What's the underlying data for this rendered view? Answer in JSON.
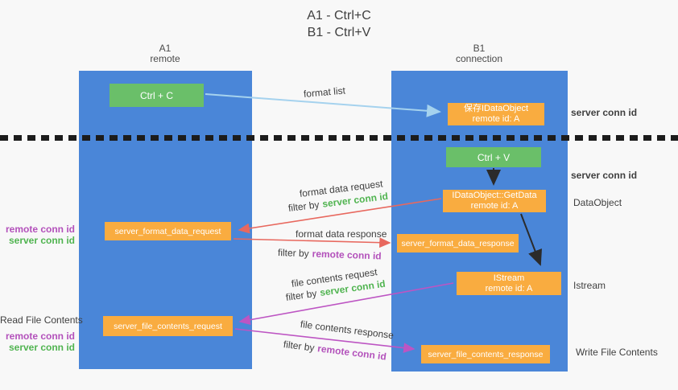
{
  "title": {
    "line1": "A1 - Ctrl+C",
    "line2": "B1 - Ctrl+V"
  },
  "lifelines": {
    "a1": {
      "name": "A1",
      "role": "remote"
    },
    "b1": {
      "name": "B1",
      "role": "connection"
    }
  },
  "nodes": {
    "ctrl_c": {
      "label": "Ctrl + C"
    },
    "ctrl_v": {
      "label": "Ctrl + V"
    },
    "save_dataobject": {
      "line1": "保存IDataObject",
      "line2": "remote id: A"
    },
    "getdata": {
      "line1": "IDataObject::GetData",
      "line2": "remote id: A"
    },
    "istream": {
      "line1": "IStream",
      "line2": "remote id: A"
    },
    "format_request": {
      "label": "server_format_data_request"
    },
    "format_response": {
      "label": "server_format_data_response"
    },
    "file_request": {
      "label": "server_file_contents_request"
    },
    "file_response": {
      "label": "server_file_contents_response"
    }
  },
  "messages": {
    "format_list": {
      "label": "format list"
    },
    "format_request": {
      "label": "format data request",
      "filter_prefix": "filter by",
      "filter_key": "server conn id"
    },
    "format_response": {
      "label": "format data response",
      "filter_prefix": "filter by",
      "filter_key": "remote conn id"
    },
    "file_request": {
      "label": "file contents request",
      "filter_prefix": "filter by",
      "filter_key": "server conn id"
    },
    "file_response": {
      "label": "file contents response",
      "filter_prefix": "filter by",
      "filter_key": "remote conn id"
    }
  },
  "annotations": {
    "right": {
      "save_conn": "server conn id",
      "paste_conn": "server conn id",
      "dataobject": "DataObject",
      "istream": "Istream",
      "write_file": "Write File Contents"
    },
    "left": {
      "format_remote_conn": "remote conn id",
      "format_server_conn": "server conn id",
      "read_file": "Read File Contents",
      "file_remote_conn": "remote conn id",
      "file_server_conn": "server conn id"
    }
  },
  "colors": {
    "canvas_bg": "#f8f8f8",
    "lifeline_blue": "#4a86d8",
    "node_green": "#6abf69",
    "node_orange": "#f9ac40",
    "conn_green": "#50b450",
    "conn_purple": "#b351bb",
    "arrow_red": "#e8685e",
    "arrow_purple": "#bd55c3",
    "arrow_blue": "#a5d2ee",
    "arrow_black": "#2b2b2b",
    "text_dark": "#3f3f3f",
    "divider_black": "#1c1c1c"
  }
}
